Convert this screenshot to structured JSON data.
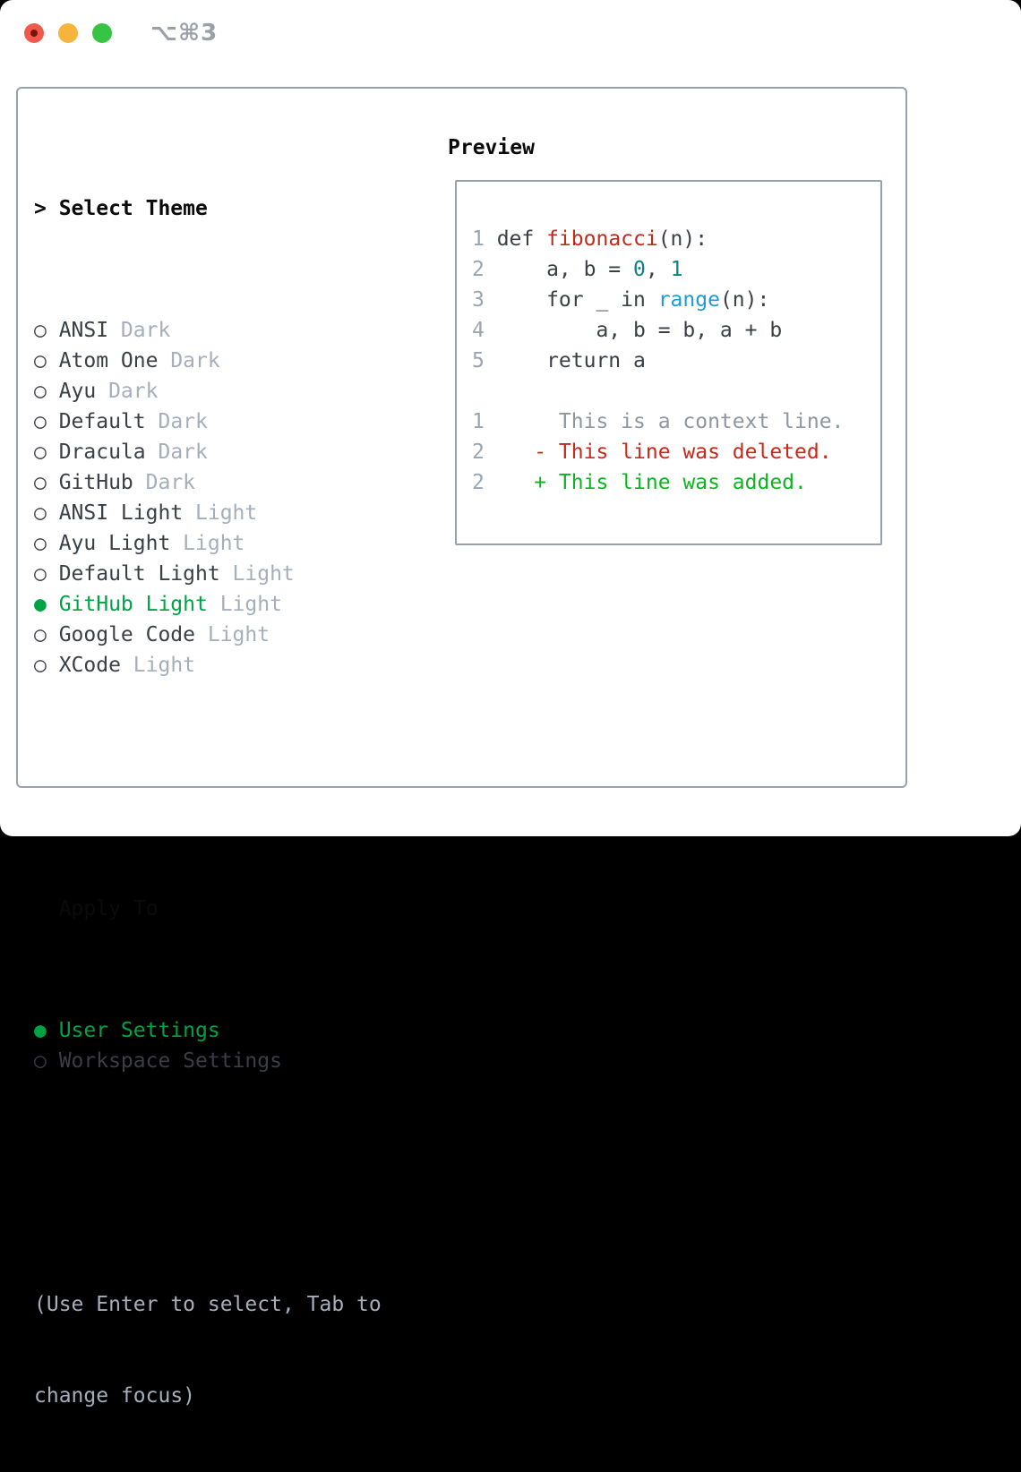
{
  "window": {
    "title": "⌥⌘3",
    "traffic_lights": [
      {
        "name": "close-button"
      },
      {
        "name": "minimize-button"
      },
      {
        "name": "zoom-button"
      }
    ]
  },
  "colors": {
    "accent_green": "#00a344",
    "text_dark": "#3a3f46",
    "text_black": "#0b0b0b",
    "tag_gray": "#a5aebb",
    "gutter_gray": "#9aa5b4",
    "hint_gray": "#a5aebb",
    "context_gray": "#8e969f",
    "syntax_red": "#bb2e1e",
    "syntax_blue": "#1e9ad6",
    "syntax_teal": "#0c7f87",
    "diff_red": "#c9281c",
    "diff_green": "#0cb51f",
    "border_gray": "#98a2ae",
    "traffic_red": "#f2594d",
    "traffic_red_dot": "#7a150b",
    "traffic_yellow": "#f6b43c",
    "traffic_green": "#37c343"
  },
  "theme_list": {
    "prompt": ">",
    "header": "Select Theme",
    "marker_selected": "●",
    "marker_unselected": "○",
    "items": [
      {
        "name": "ANSI",
        "variant": "Dark",
        "selected": false
      },
      {
        "name": "Atom One",
        "variant": "Dark",
        "selected": false
      },
      {
        "name": "Ayu",
        "variant": "Dark",
        "selected": false
      },
      {
        "name": "Default",
        "variant": "Dark",
        "selected": false
      },
      {
        "name": "Dracula",
        "variant": "Dark",
        "selected": false
      },
      {
        "name": "GitHub",
        "variant": "Dark",
        "selected": false
      },
      {
        "name": "ANSI Light",
        "variant": "Light",
        "selected": false
      },
      {
        "name": "Ayu Light",
        "variant": "Light",
        "selected": false
      },
      {
        "name": "Default Light",
        "variant": "Light",
        "selected": false
      },
      {
        "name": "GitHub Light",
        "variant": "Light",
        "selected": true
      },
      {
        "name": "Google Code",
        "variant": "Light",
        "selected": false
      },
      {
        "name": "XCode",
        "variant": "Light",
        "selected": false
      }
    ]
  },
  "apply_to": {
    "header": "Apply To",
    "options": [
      {
        "label": "User Settings",
        "selected": true
      },
      {
        "label": "Workspace Settings",
        "selected": false
      }
    ]
  },
  "hint_lines": [
    "(Use Enter to select, Tab to",
    "change focus)"
  ],
  "preview": {
    "header": "Preview",
    "lines": [
      {
        "num": "1",
        "tokens": [
          {
            "t": "def ",
            "c": "dark"
          },
          {
            "t": "fibonacci",
            "c": "red"
          },
          {
            "t": "(n):",
            "c": "dark"
          }
        ]
      },
      {
        "num": "2",
        "tokens": [
          {
            "t": "    a, b = ",
            "c": "dark"
          },
          {
            "t": "0",
            "c": "teal"
          },
          {
            "t": ", ",
            "c": "dark"
          },
          {
            "t": "1",
            "c": "teal"
          }
        ]
      },
      {
        "num": "3",
        "tokens": [
          {
            "t": "    for _ in ",
            "c": "dark"
          },
          {
            "t": "range",
            "c": "blue"
          },
          {
            "t": "(n):",
            "c": "dark"
          }
        ]
      },
      {
        "num": "4",
        "tokens": [
          {
            "t": "        a, b = b, a + b",
            "c": "dark"
          }
        ]
      },
      {
        "num": "5",
        "tokens": [
          {
            "t": "    return a",
            "c": "dark"
          }
        ]
      },
      {
        "num": "",
        "tokens": []
      },
      {
        "num": "1",
        "tokens": [
          {
            "t": "     This is a context line.",
            "c": "context"
          }
        ]
      },
      {
        "num": "2",
        "tokens": [
          {
            "t": "   - This line was deleted.",
            "c": "deleted"
          }
        ]
      },
      {
        "num": "2",
        "tokens": [
          {
            "t": "   + This line was added.",
            "c": "added"
          }
        ]
      }
    ]
  }
}
